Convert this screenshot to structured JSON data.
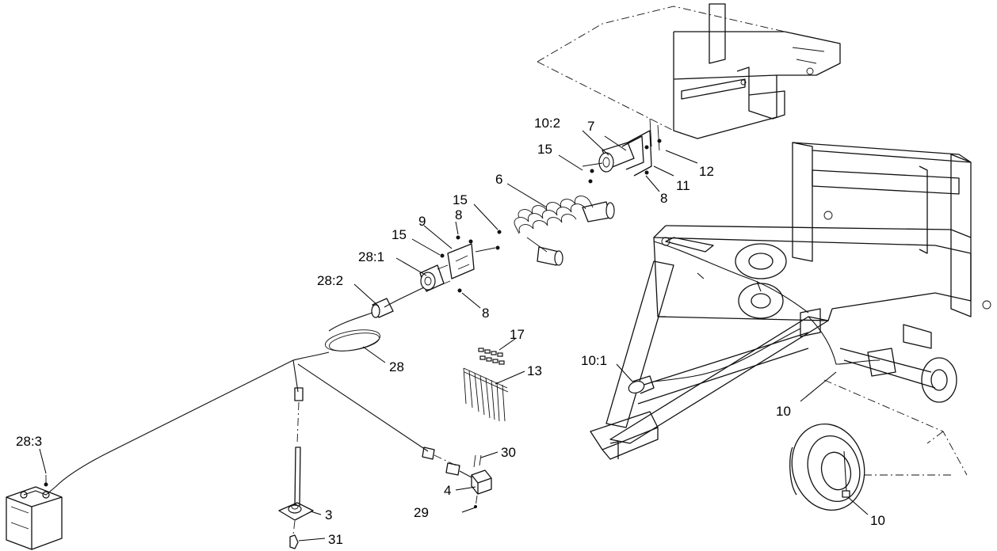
{
  "callouts": [
    {
      "id": "c-10-2",
      "text": "10:2"
    },
    {
      "id": "c-7",
      "text": "7"
    },
    {
      "id": "c-15-a",
      "text": "15"
    },
    {
      "id": "c-12",
      "text": "12"
    },
    {
      "id": "c-11",
      "text": "11"
    },
    {
      "id": "c-8-a",
      "text": "8"
    },
    {
      "id": "c-6",
      "text": "6"
    },
    {
      "id": "c-15-b",
      "text": "15"
    },
    {
      "id": "c-8-b",
      "text": "8"
    },
    {
      "id": "c-9",
      "text": "9"
    },
    {
      "id": "c-15-c",
      "text": "15"
    },
    {
      "id": "c-28-1",
      "text": "28:1"
    },
    {
      "id": "c-28-2",
      "text": "28:2"
    },
    {
      "id": "c-8-c",
      "text": "8"
    },
    {
      "id": "c-17",
      "text": "17"
    },
    {
      "id": "c-13",
      "text": "13"
    },
    {
      "id": "c-28",
      "text": "28"
    },
    {
      "id": "c-10-1",
      "text": "10:1"
    },
    {
      "id": "c-10-a",
      "text": "10"
    },
    {
      "id": "c-28-3",
      "text": "28:3"
    },
    {
      "id": "c-30",
      "text": "30"
    },
    {
      "id": "c-4",
      "text": "4"
    },
    {
      "id": "c-29",
      "text": "29"
    },
    {
      "id": "c-3",
      "text": "3"
    },
    {
      "id": "c-31",
      "text": "31"
    },
    {
      "id": "c-10-b",
      "text": "10"
    }
  ]
}
